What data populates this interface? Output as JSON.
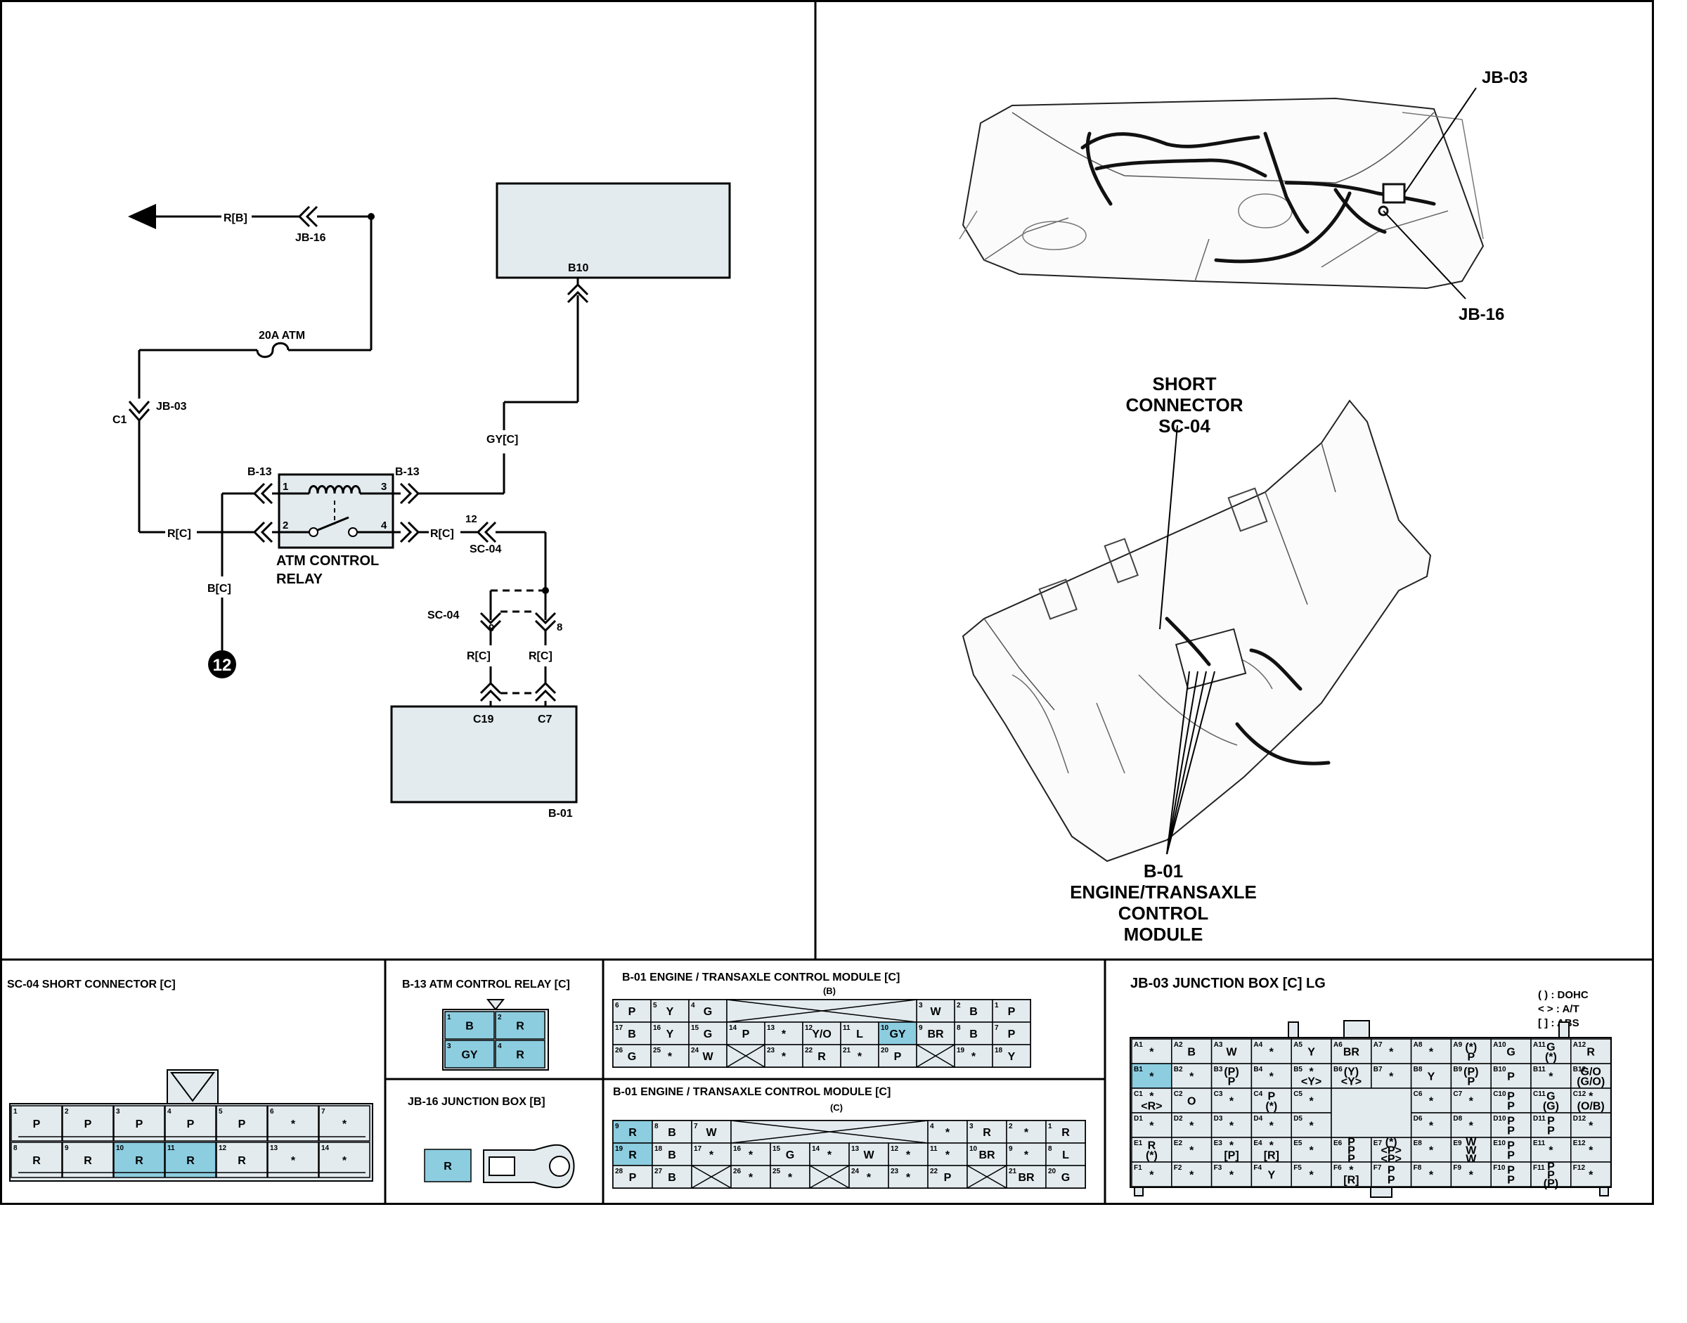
{
  "schematic": {
    "wires": {
      "r_b": "R[B]",
      "gy_c": "GY[C]",
      "r_c_left": "R[C]",
      "r_c_right": "R[C]",
      "b_c": "B[C]",
      "r_c_c19": "R[C]",
      "r_c_c7": "R[C]"
    },
    "connectors": {
      "jb16": "JB-16",
      "jb03": "JB-03",
      "c1": "C1",
      "b10": "B10",
      "b13_left": "B-13",
      "b13_right": "B-13",
      "sc04_top": "SC-04",
      "sc04_mid": "SC-04",
      "c19": "C19",
      "c7": "C7",
      "b01": "B-01"
    },
    "pins": {
      "p1": "1",
      "p2": "2",
      "p3": "3",
      "p4": "4",
      "p12": "12",
      "p9": "9",
      "p8": "8"
    },
    "fuse": "20A ATM",
    "relay_line1": "ATM CONTROL",
    "relay_line2": "RELAY",
    "ground_ref": "12"
  },
  "locator": {
    "jb03": "JB-03",
    "jb16": "JB-16",
    "sc04_l1": "SHORT",
    "sc04_l2": "CONNECTOR",
    "sc04_l3": "SC-04",
    "b01_l1": "B-01",
    "b01_l2": "ENGINE/TRANSAXLE",
    "b01_l3": "CONTROL",
    "b01_l4": "MODULE"
  },
  "panels": {
    "sc04": {
      "title": "SC-04 SHORT CONNECTOR [C]",
      "pins": [
        "1",
        "2",
        "3",
        "4",
        "5",
        "6",
        "7",
        "8",
        "9",
        "10",
        "11",
        "12",
        "13",
        "14"
      ],
      "values": [
        "P",
        "P",
        "P",
        "P",
        "P",
        "*",
        "*",
        "R",
        "R",
        "R",
        "R",
        "R",
        "*",
        "*"
      ]
    },
    "b13": {
      "title": "B-13 ATM CONTROL RELAY [C]",
      "pins": [
        "1",
        "2",
        "3",
        "4"
      ],
      "values": [
        "B",
        "R",
        "GY",
        "R"
      ]
    },
    "jb16": {
      "title": "JB-16 JUNCTION BOX [B]",
      "value": "R"
    },
    "b01b": {
      "title": "B-01 ENGINE / TRANSAXLE CONTROL MODULE [C]",
      "sub": "(B)",
      "rows": [
        [
          [
            "6",
            "P"
          ],
          [
            "5",
            "Y"
          ],
          [
            "4",
            "G"
          ],
          [
            "",
            ""
          ],
          [
            "",
            ""
          ],
          [
            "",
            ""
          ],
          [
            "",
            ""
          ],
          [
            "3",
            "W"
          ],
          [
            "2",
            "B"
          ],
          [
            "1",
            "P"
          ]
        ],
        [
          [
            "17",
            "B"
          ],
          [
            "16",
            "Y"
          ],
          [
            "15",
            "G"
          ],
          [
            "14",
            "P"
          ],
          [
            "13",
            "*"
          ],
          [
            "12",
            "Y/O"
          ],
          [
            "11",
            "L"
          ],
          [
            "10",
            "GY"
          ],
          [
            "9",
            "BR"
          ],
          [
            "8",
            "B"
          ],
          [
            "7",
            "P"
          ]
        ],
        [
          [
            "26",
            "G"
          ],
          [
            "25",
            "*"
          ],
          [
            "24",
            "W"
          ],
          [
            "",
            "X"
          ],
          [
            "23",
            "*"
          ],
          [
            "22",
            "R"
          ],
          [
            "21",
            "*"
          ],
          [
            "20",
            "P"
          ],
          [
            "",
            "X"
          ],
          [
            "19",
            "*"
          ],
          [
            "18",
            "Y"
          ]
        ]
      ]
    },
    "b01c": {
      "title": "B-01 ENGINE / TRANSAXLE CONTROL MODULE [C]",
      "sub": "(C)",
      "rows": [
        [
          [
            "9",
            "R"
          ],
          [
            "8",
            "B"
          ],
          [
            "7",
            "W"
          ],
          [
            "4",
            "*"
          ],
          [
            "3",
            "R"
          ],
          [
            "2",
            "*"
          ],
          [
            "1",
            "R"
          ]
        ],
        [
          [
            "19",
            "R"
          ],
          [
            "18",
            "B"
          ],
          [
            "17",
            "*"
          ],
          [
            "16",
            "*"
          ],
          [
            "15",
            "G"
          ],
          [
            "14",
            "*"
          ],
          [
            "13",
            "W"
          ],
          [
            "12",
            "*"
          ],
          [
            "11",
            "*"
          ],
          [
            "10",
            "BR"
          ],
          [
            "9",
            "*"
          ],
          [
            "8",
            "L"
          ]
        ],
        [
          [
            "28",
            "P"
          ],
          [
            "27",
            "B"
          ],
          [
            "",
            "X"
          ],
          [
            "26",
            "*"
          ],
          [
            "25",
            "*"
          ],
          [
            "",
            "X"
          ],
          [
            "24",
            "*"
          ],
          [
            "23",
            "*"
          ],
          [
            "22",
            "P"
          ],
          [
            "",
            "X"
          ],
          [
            "21",
            "BR"
          ],
          [
            "20",
            "G"
          ]
        ]
      ]
    },
    "jb03": {
      "title": "JB-03 JUNCTION BOX [C] LG",
      "legend": [
        "(    ) : DOHC",
        "<    > : A/T",
        "[    ] : ABS"
      ],
      "rows": [
        [
          [
            "A1",
            "*"
          ],
          [
            "A2",
            "B"
          ],
          [
            "A3",
            "W"
          ],
          [
            "A4",
            "*"
          ],
          [
            "A5",
            "Y"
          ],
          [
            "A6",
            "BR"
          ],
          [
            "A7",
            "*"
          ],
          [
            "A8",
            "*"
          ],
          [
            "A9",
            "(*) P"
          ],
          [
            "A10",
            "G"
          ],
          [
            "A11",
            "G (*)"
          ],
          [
            "A12",
            "R"
          ]
        ],
        [
          [
            "B1",
            "*"
          ],
          [
            "B2",
            "*"
          ],
          [
            "B3",
            "(P) P"
          ],
          [
            "B4",
            "*"
          ],
          [
            "B5",
            "* <Y>"
          ],
          [
            "B6",
            "(Y) <Y>"
          ],
          [
            "B7",
            "*"
          ],
          [
            "B8",
            "Y"
          ],
          [
            "B9",
            "(P) P"
          ],
          [
            "B10",
            "P"
          ],
          [
            "B11",
            "*"
          ],
          [
            "B12",
            "G/O (G/O)"
          ]
        ],
        [
          [
            "C1",
            "* <R>"
          ],
          [
            "C2",
            "O"
          ],
          [
            "C3",
            "*"
          ],
          [
            "C4",
            "P (*)"
          ],
          [
            "C5",
            "*"
          ],
          [
            "",
            ""
          ],
          [
            "",
            ""
          ],
          [
            "C6",
            "*"
          ],
          [
            "C7",
            "*"
          ],
          [
            "C10",
            "P P"
          ],
          [
            "C11",
            "G (G)"
          ],
          [
            "C12",
            "* (O/B)"
          ]
        ],
        [
          [
            "D1",
            "*"
          ],
          [
            "D2",
            "*"
          ],
          [
            "D3",
            "*"
          ],
          [
            "D4",
            "*"
          ],
          [
            "D5",
            "*"
          ],
          [
            "",
            ""
          ],
          [
            "",
            ""
          ],
          [
            "D6",
            "*"
          ],
          [
            "D8",
            "*"
          ],
          [
            "D10",
            "P P"
          ],
          [
            "D11",
            "P P"
          ],
          [
            "D12",
            "*"
          ]
        ],
        [
          [
            "E1",
            "R (*)"
          ],
          [
            "E2",
            "*"
          ],
          [
            "E3",
            "* [P]"
          ],
          [
            "E4",
            "* [R]"
          ],
          [
            "E5",
            "*"
          ],
          [
            "E6",
            "P P P"
          ],
          [
            "E7",
            "(*) <P> <P>"
          ],
          [
            "E8",
            "*"
          ],
          [
            "E9",
            "W W W"
          ],
          [
            "E10",
            "P P"
          ],
          [
            "E11",
            "*"
          ],
          [
            "E12",
            "*"
          ]
        ],
        [
          [
            "F1",
            "*"
          ],
          [
            "F2",
            "*"
          ],
          [
            "F3",
            "*"
          ],
          [
            "F4",
            "Y"
          ],
          [
            "F5",
            "*"
          ],
          [
            "F6",
            "* [R]"
          ],
          [
            "F7",
            "P P"
          ],
          [
            "F8",
            "*"
          ],
          [
            "F9",
            "*"
          ],
          [
            "F10",
            "P P"
          ],
          [
            "F11",
            "P P (P)"
          ],
          [
            "F12",
            "*"
          ]
        ]
      ]
    }
  }
}
